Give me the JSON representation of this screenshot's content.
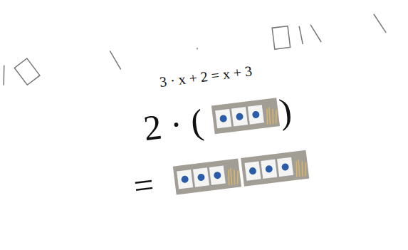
{
  "diagram": {
    "labels": [
      "3 · x + 2 = x + 3",
      "2 · (",
      ")",
      "="
    ]
  }
}
